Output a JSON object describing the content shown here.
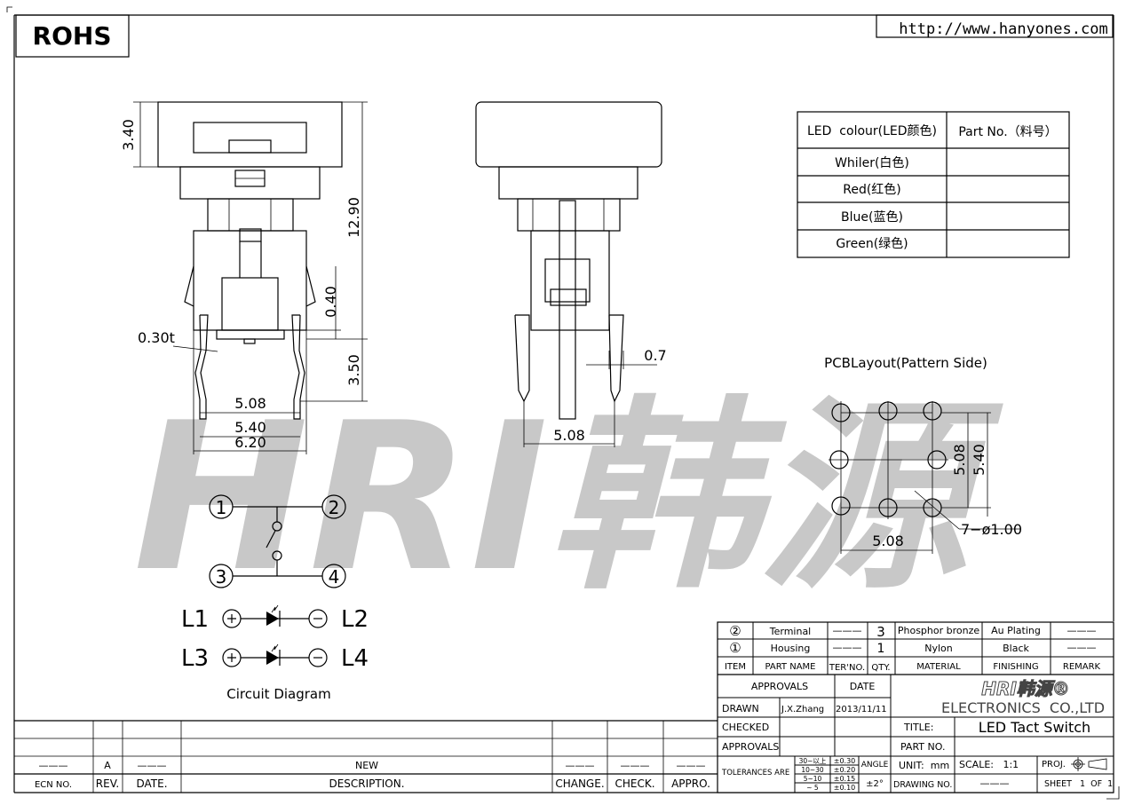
{
  "header": {
    "rohs": "ROHS",
    "url": "http://www.hanyones.com"
  },
  "watermark": {
    "text": "HRI韩源",
    "color": "#c8c8c8"
  },
  "front_view_dims": {
    "cap_height": "3.40",
    "total_height": "12.90",
    "gap": "0.40",
    "pin_length": "3.50",
    "thickness": "0.30t",
    "pin_pitch": "5.08",
    "pin_outer": "5.40",
    "body_width": "6.20"
  },
  "side_view_dims": {
    "pin_width": "0.7",
    "pin_pitch": "5.08"
  },
  "led_table": {
    "headers": [
      "LED  colour(LED颜色)",
      "Part No.（料号）"
    ],
    "rows": [
      "Whiler(白色)",
      "Red(红色)",
      "Blue(蓝色)",
      "Green(绿色)"
    ]
  },
  "pcb": {
    "title": "PCBLayout(Pattern Side)",
    "dim_h": "5.08",
    "dim_v1": "5.08",
    "dim_v2": "5.40",
    "holes": "7−ø1.00"
  },
  "circuit": {
    "title": "Circuit Diagram",
    "terminals": [
      "1",
      "2",
      "3",
      "4"
    ],
    "led_rows": [
      {
        "left": "L1",
        "right": "L2"
      },
      {
        "left": "L3",
        "right": "L4"
      }
    ]
  },
  "revision_table": {
    "row": {
      "ecn": "———",
      "rev": "A",
      "date": "———",
      "description": "NEW",
      "change": "———",
      "check": "———",
      "appro": "———"
    },
    "headers": [
      "ECN NO.",
      "REV.",
      "DATE.",
      "DESCRIPTION.",
      "CHANGE.",
      "CHECK.",
      "APPRO."
    ]
  },
  "bom": {
    "rows": [
      {
        "item": "②",
        "name": "Terminal",
        "ter": "———",
        "qty": "3",
        "material": "Phosphor bronze",
        "finishing": "Au Plating",
        "remark": "———"
      },
      {
        "item": "①",
        "name": "Housing",
        "ter": "———",
        "qty": "1",
        "material": "Nylon",
        "finishing": "Black",
        "remark": "———"
      }
    ],
    "headers": [
      "ITEM",
      "PART NAME",
      "TER'NO.",
      "QTY.",
      "MATERIAL",
      "FINISHING",
      "REMARK"
    ]
  },
  "title_block": {
    "approvals": "APPROVALS",
    "date": "DATE",
    "drawn": "DRAWN",
    "drawn_by": "J.X.Zhang",
    "drawn_date": "2013/11/11",
    "checked": "CHECKED",
    "approvals2": "APPROVALS",
    "logo": "HRI韩源®",
    "company": "ELECTRONICS  CO.,LTD",
    "title_label": "TITLE:",
    "title": "LED Tact Switch",
    "part_no_label": "PART NO.",
    "tolerances_label": "TOLERANCES ARE",
    "tolerances": [
      {
        "range": "30~以上",
        "tol": "±0.30"
      },
      {
        "range": "10~30",
        "tol": "±0.20"
      },
      {
        "range": "5~10",
        "tol": "±0.15"
      },
      {
        "range": "~ 5",
        "tol": "±0.10"
      }
    ],
    "angle_label": "ANGLE",
    "angle": "±2°",
    "unit": "UNIT:  mm",
    "scale": "SCALE:   1:1",
    "proj": "PROJ.",
    "drawing_no_label": "DRAWING NO.",
    "drawing_no": "———",
    "sheet": "SHEET   1  OF  1"
  }
}
